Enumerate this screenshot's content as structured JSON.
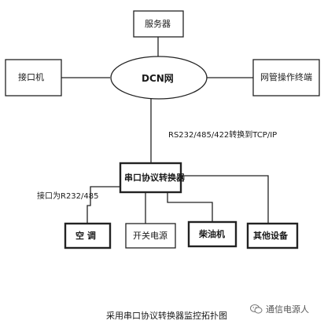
{
  "nodes": {
    "server": "服务器",
    "interface_machine": "接口机",
    "dcn": "DCN网",
    "nms_terminal": "网管操作终端",
    "converter": "串口协议转换器",
    "aircon": "空 调",
    "power_switch": "开关电源",
    "diesel": "柴油机",
    "other": "其他设备"
  },
  "labels": {
    "conversion": "RS232/485/422转换到TCP/IP",
    "interface": "接口为R232/485"
  },
  "caption": "采用串口协议转换器监控拓扑图",
  "watermark": "通信电源人"
}
